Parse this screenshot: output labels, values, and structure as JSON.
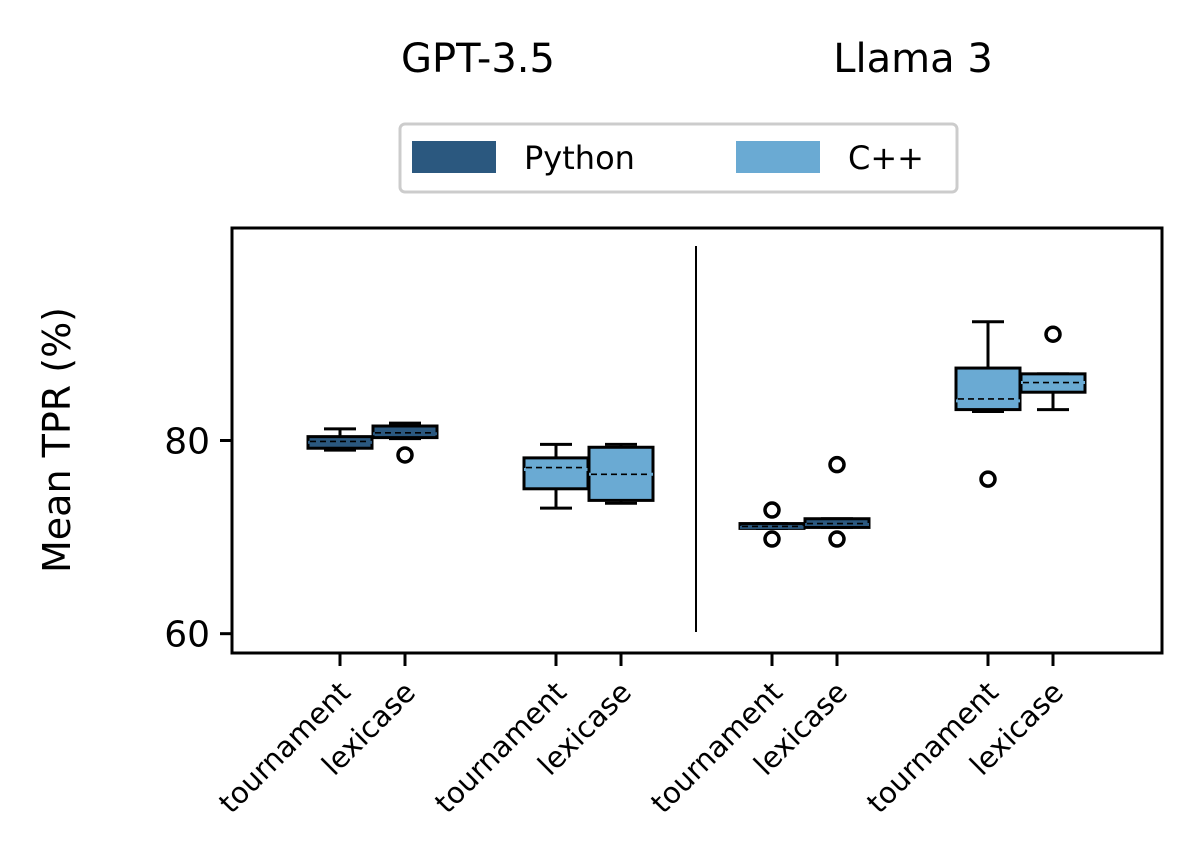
{
  "chart_data": {
    "type": "box",
    "panel_titles": [
      "GPT-3.5",
      "Llama 3"
    ],
    "ylabel": "Mean TPR (%)",
    "ylim": [
      58,
      102
    ],
    "yticks": [
      60,
      80
    ],
    "legend": {
      "placement": "top-center",
      "entries": [
        {
          "name": "Python",
          "color": "#2b587f"
        },
        {
          "name": "C++",
          "color": "#6aaad3"
        }
      ]
    },
    "categories": [
      "tournament",
      "lexicase",
      "tournament",
      "lexicase",
      "tournament",
      "lexicase",
      "tournament",
      "lexicase"
    ],
    "boxes": [
      {
        "panel": "GPT-3.5",
        "language": "Python",
        "selection": "tournament",
        "whislo": 79.0,
        "q1": 79.2,
        "med": 79.8,
        "mean": 79.9,
        "q3": 80.4,
        "whishi": 81.2,
        "fliers": []
      },
      {
        "panel": "GPT-3.5",
        "language": "Python",
        "selection": "lexicase",
        "whislo": 80.2,
        "q1": 80.3,
        "med": 80.7,
        "mean": 80.8,
        "q3": 81.5,
        "whishi": 81.8,
        "fliers": [
          78.5
        ]
      },
      {
        "panel": "GPT-3.5",
        "language": "C++",
        "selection": "tournament",
        "whislo": 73.0,
        "q1": 75.0,
        "med": 77.0,
        "mean": 77.2,
        "q3": 78.2,
        "whishi": 79.6,
        "fliers": []
      },
      {
        "panel": "GPT-3.5",
        "language": "C++",
        "selection": "lexicase",
        "whislo": 73.5,
        "q1": 73.8,
        "med": 76.5,
        "mean": 76.5,
        "q3": 79.3,
        "whishi": 79.6,
        "fliers": []
      },
      {
        "panel": "Llama 3",
        "language": "Python",
        "selection": "tournament",
        "whislo": 70.9,
        "q1": 70.9,
        "med": 71.0,
        "mean": 71.1,
        "q3": 71.4,
        "whishi": 71.4,
        "fliers": [
          72.8,
          69.8
        ]
      },
      {
        "panel": "Llama 3",
        "language": "Python",
        "selection": "lexicase",
        "whislo": 71.0,
        "q1": 71.0,
        "med": 71.3,
        "mean": 71.4,
        "q3": 71.9,
        "whishi": 71.9,
        "fliers": [
          77.5,
          69.8
        ]
      },
      {
        "panel": "Llama 3",
        "language": "C++",
        "selection": "tournament",
        "whislo": 83.0,
        "q1": 83.2,
        "med": 84.1,
        "mean": 84.3,
        "q3": 87.5,
        "whishi": 92.3,
        "fliers": [
          76.0
        ]
      },
      {
        "panel": "Llama 3",
        "language": "C++",
        "selection": "lexicase",
        "whislo": 83.2,
        "q1": 85.0,
        "med": 86.0,
        "mean": 86.0,
        "q3": 86.9,
        "whishi": 86.9,
        "fliers": [
          91.0
        ]
      }
    ]
  }
}
